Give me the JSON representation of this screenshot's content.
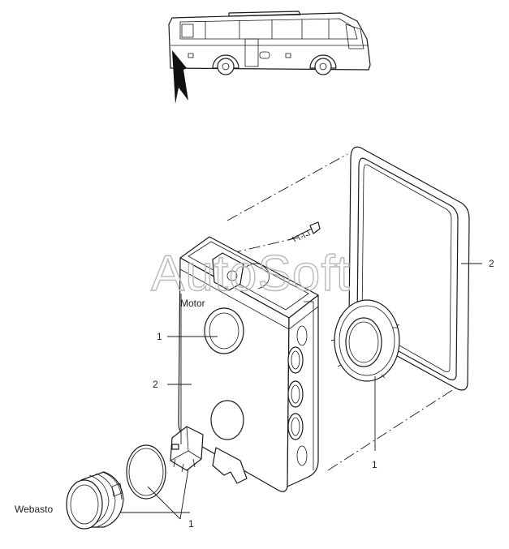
{
  "diagram": {
    "watermark": "AutoSoft",
    "labels": {
      "motor": "Motor",
      "webasto": "Webasto"
    },
    "callouts": {
      "part_1_grommet": "1",
      "part_2_box": "2",
      "part_2_seal": "2",
      "part_1_nut": "1",
      "part_1_bottom": "1"
    }
  }
}
